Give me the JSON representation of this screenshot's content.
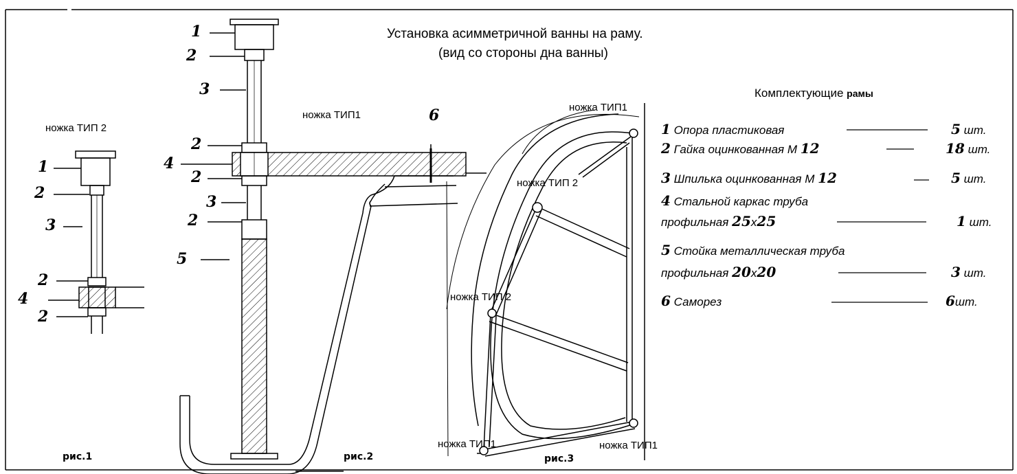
{
  "title": {
    "line1": "Установка  асимметричной ванны на раму.",
    "line2": "(вид со стороны дна ванны)"
  },
  "figures": {
    "fig1": {
      "caption": "рис.1",
      "leg_label": "ножка ТИП 2",
      "callouts": [
        "1",
        "2",
        "3",
        "2",
        "4",
        "2"
      ]
    },
    "fig2": {
      "caption": "рис.2",
      "leg_label": "ножка ТИП1",
      "callouts": [
        "1",
        "2",
        "3",
        "2",
        "4",
        "2",
        "3",
        "2",
        "5",
        "6"
      ]
    },
    "fig3": {
      "caption": "рис.3",
      "labels": {
        "top": "ножка ТИП1",
        "upper_left": "ножка ТИП 2",
        "middle_left": "ножка ТИП 2",
        "bottom_left": "ножка ТИП1",
        "bottom_right": "ножка ТИП1"
      }
    }
  },
  "parts": {
    "header": "Комплектующие",
    "header_bold": "рамы",
    "items": [
      {
        "num": "1",
        "name": "Опора пластиковая",
        "qty": "5",
        "unit": "шт."
      },
      {
        "num": "2",
        "name": "Гайка оцинкованная М",
        "size": "12",
        "qty": "18",
        "unit": "шт."
      },
      {
        "num": "3",
        "name": "Шпилька оцинкованная М",
        "size": "12",
        "qty": "5",
        "unit": "шт."
      },
      {
        "num": "4",
        "name": "Стальной каркас труба",
        "line2": "профильная",
        "size_a": "25",
        "size_x": "x",
        "size_b": "25",
        "qty": "1",
        "unit": "шт."
      },
      {
        "num": "5",
        "name": "Стойка металлическая труба",
        "line2": "профильная",
        "size_a": "20",
        "size_x": "x",
        "size_b": "20",
        "qty": "3",
        "unit": "шт."
      },
      {
        "num": "6",
        "name": "Саморез",
        "qty": "6",
        "unit": "шт."
      }
    ]
  }
}
